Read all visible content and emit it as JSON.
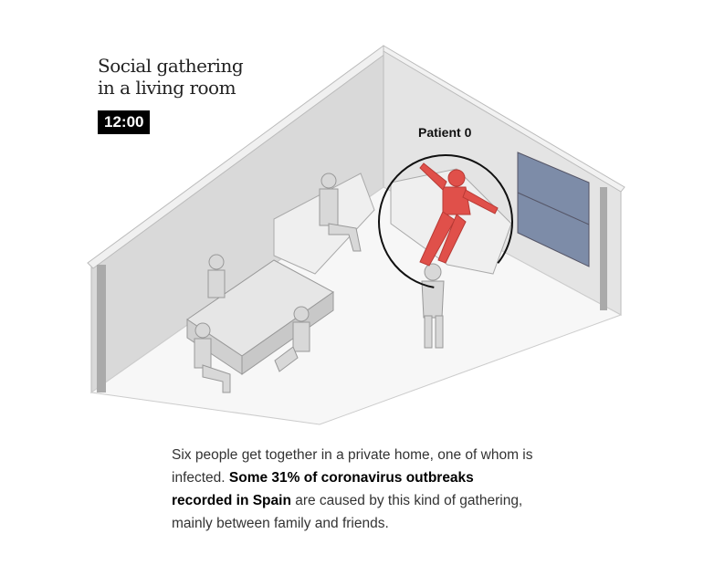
{
  "title_line1": "Social gathering",
  "title_line2": "in a living room",
  "time": "12:00",
  "patient_label": "Patient 0",
  "caption": {
    "part1": "Six people get together in a private home, one of whom is infected. ",
    "bold": "Some 31% of coronavirus outbreaks recorded in Spain",
    "part2": " are caused by this kind of gathering, mainly between family and friends."
  },
  "colors": {
    "patient": "#e0504a",
    "window": "#7d8ca8",
    "wall": "#dcdcdc",
    "floor": "#f7f7f7"
  }
}
